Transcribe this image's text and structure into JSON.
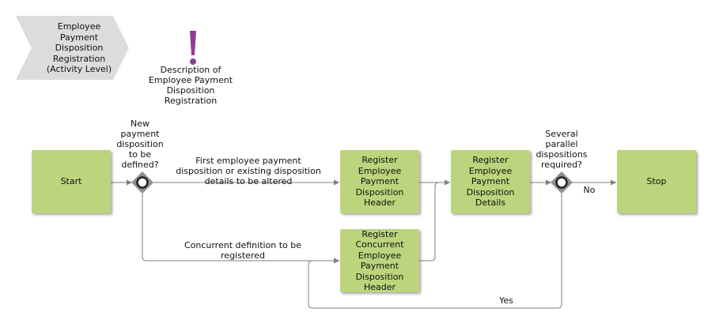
{
  "process_tag": {
    "label": "Employee\nPayment\nDisposition\nRegistration\n(Activity Level)"
  },
  "description": {
    "label": "Description of\nEmployee Payment\nDisposition\nRegistration",
    "icon": "exclamation-icon",
    "icon_color": "#8e3f95"
  },
  "nodes": {
    "start": "Start",
    "register_header": "Register\nEmployee\nPayment\nDisposition\nHeader",
    "register_details": "Register\nEmployee\nPayment\nDisposition\nDetails",
    "register_concurrent": "Register\nConcurrent\nEmployee\nPayment\nDisposition\nHeader",
    "stop": "Stop"
  },
  "gateways": {
    "g1_question": "New\npayment\ndisposition\nto be\ndefined?",
    "g2_question": "Several\nparallel\ndispositions\nrequired?"
  },
  "edges": {
    "first_employee": "First employee payment\ndisposition or existing disposition\ndetails to be altered",
    "concurrent": "Concurrent definition to be\nregistered",
    "no": "No",
    "yes": "Yes"
  },
  "colors": {
    "task_fill": "#bcd47c",
    "gateway_fill": "#8f8f8f",
    "connector": "#7f7f7f",
    "tag_fill": "#dcdcdc"
  }
}
